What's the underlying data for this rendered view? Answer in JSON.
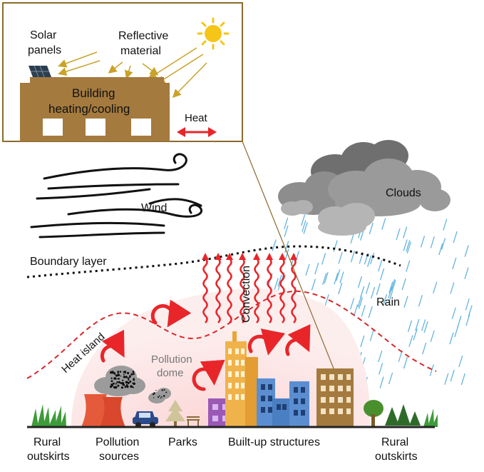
{
  "inset": {
    "solar_panels_label": [
      "Solar",
      "panels"
    ],
    "reflective_label": [
      "Reflective",
      "material"
    ],
    "building_label": [
      "Building",
      "heating/cooling"
    ],
    "heat_label": "Heat"
  },
  "labels": {
    "wind": "Wind",
    "clouds": "Clouds",
    "boundary_layer": "Boundary layer",
    "convection": "Convection",
    "rain": "Rain",
    "heat_island": "Heat island",
    "pollution_dome": [
      "Pollution",
      "dome"
    ]
  },
  "ground_labels": {
    "rural_left": [
      "Rural",
      "outskirts"
    ],
    "pollution_sources": [
      "Pollution",
      "sources"
    ],
    "parks": "Parks",
    "built_up": "Built-up structures",
    "rural_right": [
      "Rural",
      "outskirts"
    ]
  },
  "colors": {
    "inset_border": "#8b6a2e",
    "building_brown": "#a47a3e",
    "sun_yellow": "#f5c518",
    "ray_gold": "#c9a227",
    "heat_red": "#e8262a",
    "dome_pink": "#fbe3e3",
    "rain_blue": "#4aa8d8",
    "cloud_gray": "#8d8d8d"
  }
}
